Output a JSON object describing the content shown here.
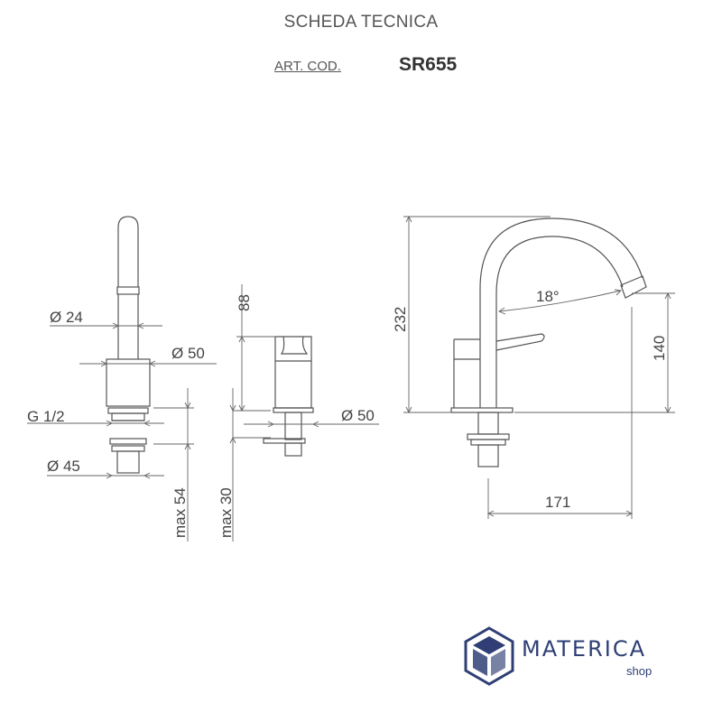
{
  "header": {
    "title": "SCHEDA TECNICA",
    "art_code_label": "ART. COD.",
    "art_code_value": "SR655"
  },
  "dimensions": {
    "d24": "Ø 24",
    "d50_left": "Ø 50",
    "g12": "G 1/2",
    "d45": "Ø 45",
    "max54": "max 54",
    "h88": "88",
    "max30": "max 30",
    "d50_mid": "Ø 50",
    "h232": "232",
    "angle18": "18°",
    "h140": "140",
    "w171": "171"
  },
  "brand": {
    "name": "MATERICA",
    "sub": "shop",
    "color": "#2f3f75"
  },
  "icons": [
    "materica-logo-icon"
  ]
}
